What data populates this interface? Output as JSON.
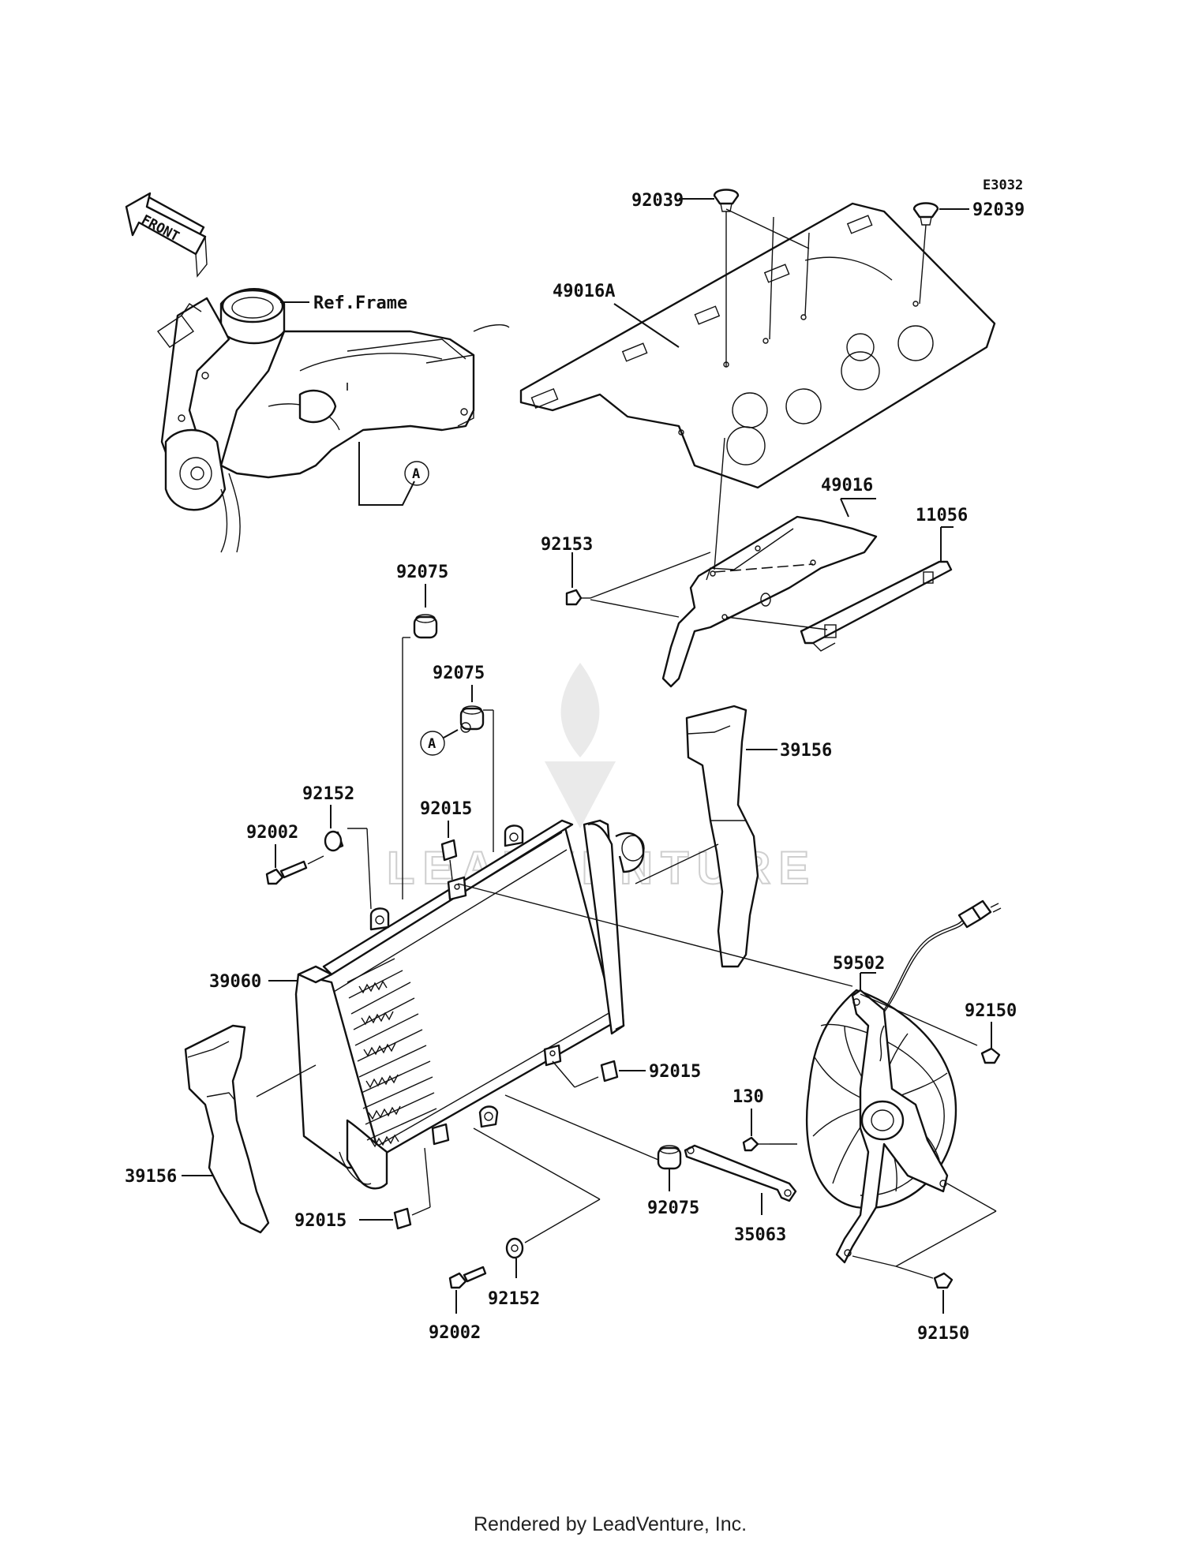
{
  "diagram_code": "E3032",
  "front_label": "FRONT",
  "ref_frame_label": "Ref.Frame",
  "ref_marker": "A",
  "watermark_text": "LEADVENTURE",
  "footer": "Rendered by LeadVenture, Inc.",
  "part_labels": {
    "p92039_left": "92039",
    "p92039_right": "92039",
    "p49016A": "49016A",
    "p49016": "49016",
    "p11056": "11056",
    "p92153": "92153",
    "p92075_top": "92075",
    "p92075_mid": "92075",
    "p92075_bot": "92075",
    "p39156_right": "39156",
    "p39156_left": "39156",
    "p92152_top": "92152",
    "p92152_bot": "92152",
    "p92002_top": "92002",
    "p92002_bot": "92002",
    "p92015_top": "92015",
    "p92015_mid": "92015",
    "p92015_bot": "92015",
    "p39060": "39060",
    "p59502": "59502",
    "p92150_top": "92150",
    "p92150_bot": "92150",
    "p130": "130",
    "p35063": "35063"
  }
}
